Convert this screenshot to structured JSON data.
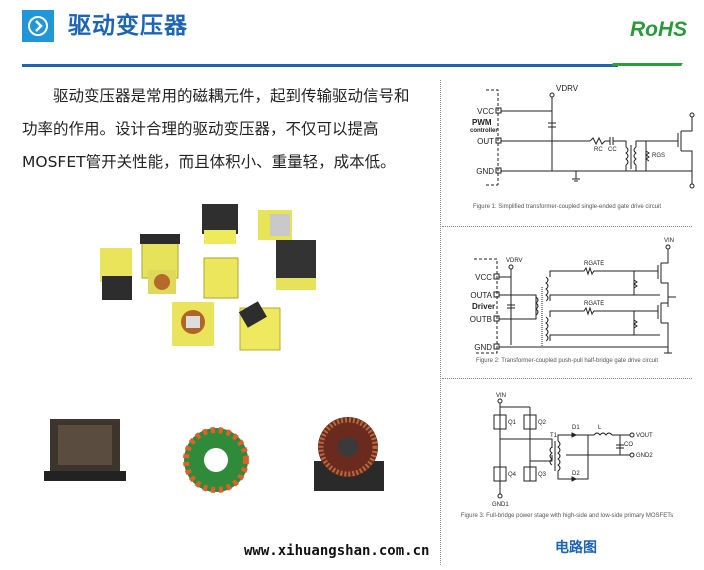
{
  "header": {
    "title": "驱动变压器",
    "badge": "RoHS",
    "accent": "#1d64b5",
    "badge_color": "#2a9a3a",
    "icon": "play-circle-icon"
  },
  "intro": {
    "lines": [
      "驱动变压器是常用的磁耦元件，起到传输驱动信号和",
      "功率的作用。设计合理的驱动变压器，不仅可以提高",
      "MOSFET管开关性能，而且体积小、重量轻，成本低。"
    ]
  },
  "figures": [
    {
      "caption": "Figure 1: Simplified transformer-coupled single-ended gate drive circuit",
      "labels": {
        "vdrv": "VDRV",
        "vcc": "VCC",
        "pwm": "PWM",
        "controller": "controller",
        "out": "OUT",
        "gnd": "GND",
        "rc": "RC",
        "cc": "CC",
        "rgs": "RGS"
      }
    },
    {
      "caption": "Figure 2: Transformer-coupled push-pull half-bridge gate drive circuit",
      "labels": {
        "vdrv": "VDRV",
        "vcc": "VCC",
        "driver": "Driver",
        "outa": "OUTA",
        "outb": "OUTB",
        "gnd": "GND",
        "rgate1": "RGATE",
        "rgate2": "RGATE",
        "vin": "VIN"
      }
    },
    {
      "caption": "Figure 3: Full-bridge power stage with high-side and low-side primary MOSFETs",
      "labels": {
        "vin": "VIN",
        "q1": "Q1",
        "q2": "Q2",
        "q3": "Q3",
        "q4": "Q4",
        "t1": "T1",
        "d1": "D1",
        "d2": "D2",
        "l": "L",
        "co": "CO",
        "vout": "VOUT",
        "gnd2": "GND2",
        "gnd1": "GND1"
      }
    }
  ],
  "circuit_title": "电路图",
  "website": "www.xihuangshan.com.cn"
}
